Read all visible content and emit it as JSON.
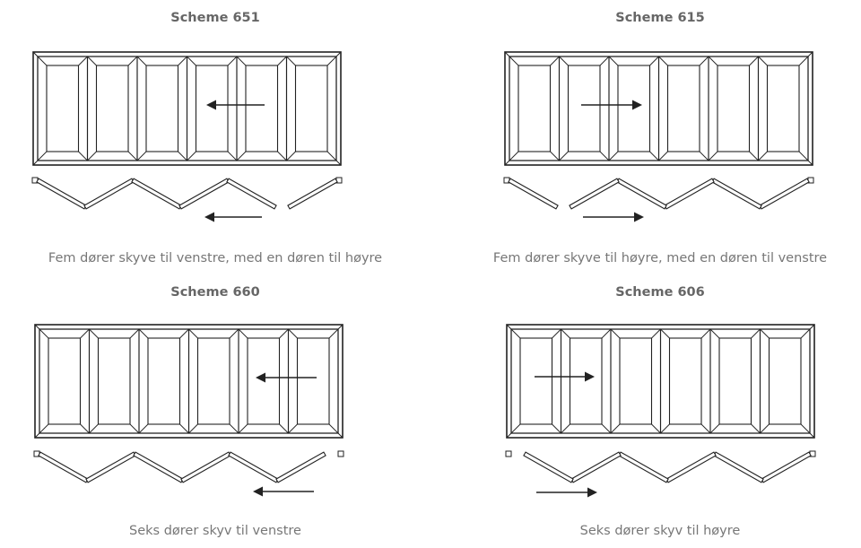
{
  "schemes": [
    {
      "title": "Scheme 651",
      "caption": "Fem dører skyve til venstre, med en døren til høyre",
      "panels": 6,
      "direction": "left",
      "left_group": 5,
      "right_group": 1
    },
    {
      "title": "Scheme 615",
      "caption": "Fem dører skyve til høyre, med en døren til venstre",
      "panels": 6,
      "direction": "right",
      "left_group": 1,
      "right_group": 5
    },
    {
      "title": "Scheme 660",
      "caption": "Seks dører skyv til venstre",
      "panels": 6,
      "direction": "left",
      "left_group": 6,
      "right_group": 0
    },
    {
      "title": "Scheme 606",
      "caption": "Seks dører skyv til høyre",
      "panels": 6,
      "direction": "right",
      "left_group": 0,
      "right_group": 6
    }
  ],
  "colors": {
    "line": "#222222",
    "title": "#666666",
    "caption": "#777777"
  }
}
